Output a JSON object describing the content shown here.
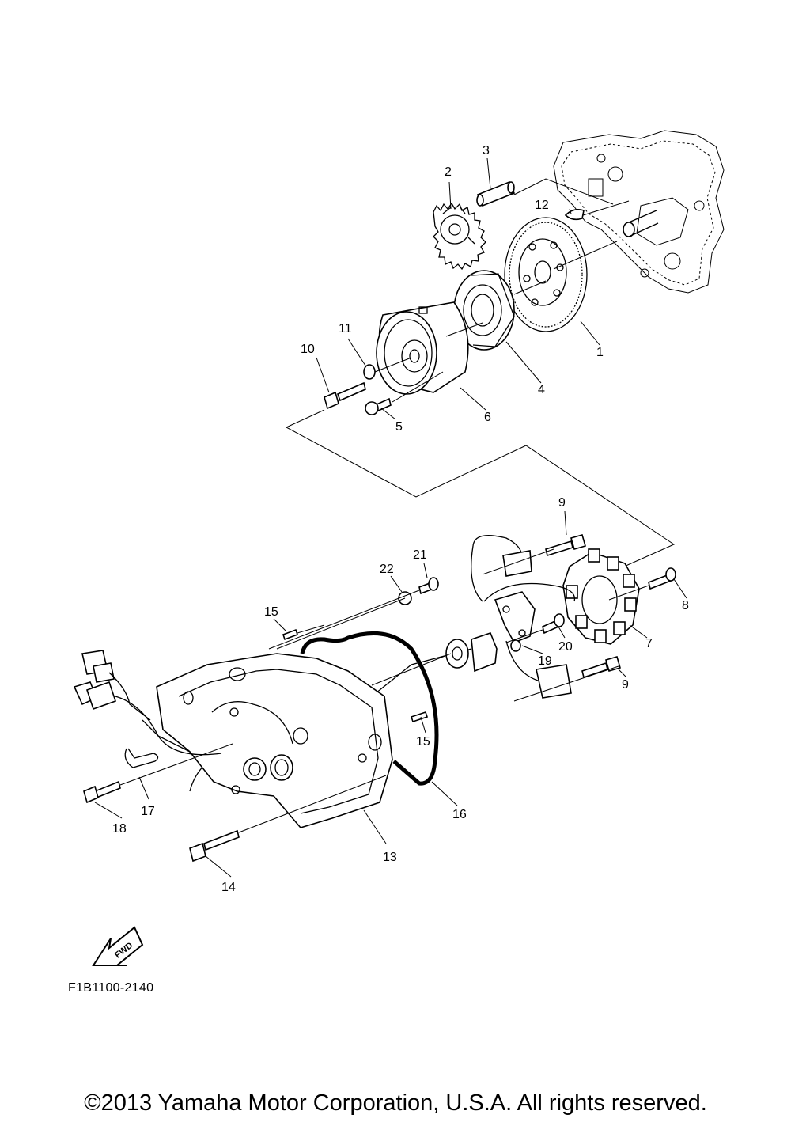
{
  "figure_code": "F1B1100-2140",
  "copyright": "©2013 Yamaha Motor Corporation, U.S.A. All rights reserved.",
  "fwd_label": "FWD",
  "callouts": [
    {
      "number": "1"
    },
    {
      "number": "2"
    },
    {
      "number": "3"
    },
    {
      "number": "4"
    },
    {
      "number": "5"
    },
    {
      "number": "6"
    },
    {
      "number": "7"
    },
    {
      "number": "8"
    },
    {
      "number": "9"
    },
    {
      "number": "9"
    },
    {
      "number": "10"
    },
    {
      "number": "11"
    },
    {
      "number": "12"
    },
    {
      "number": "13"
    },
    {
      "number": "14"
    },
    {
      "number": "15"
    },
    {
      "number": "15"
    },
    {
      "number": "16"
    },
    {
      "number": "17"
    },
    {
      "number": "18"
    },
    {
      "number": "19"
    },
    {
      "number": "20"
    },
    {
      "number": "21"
    },
    {
      "number": "22"
    }
  ]
}
